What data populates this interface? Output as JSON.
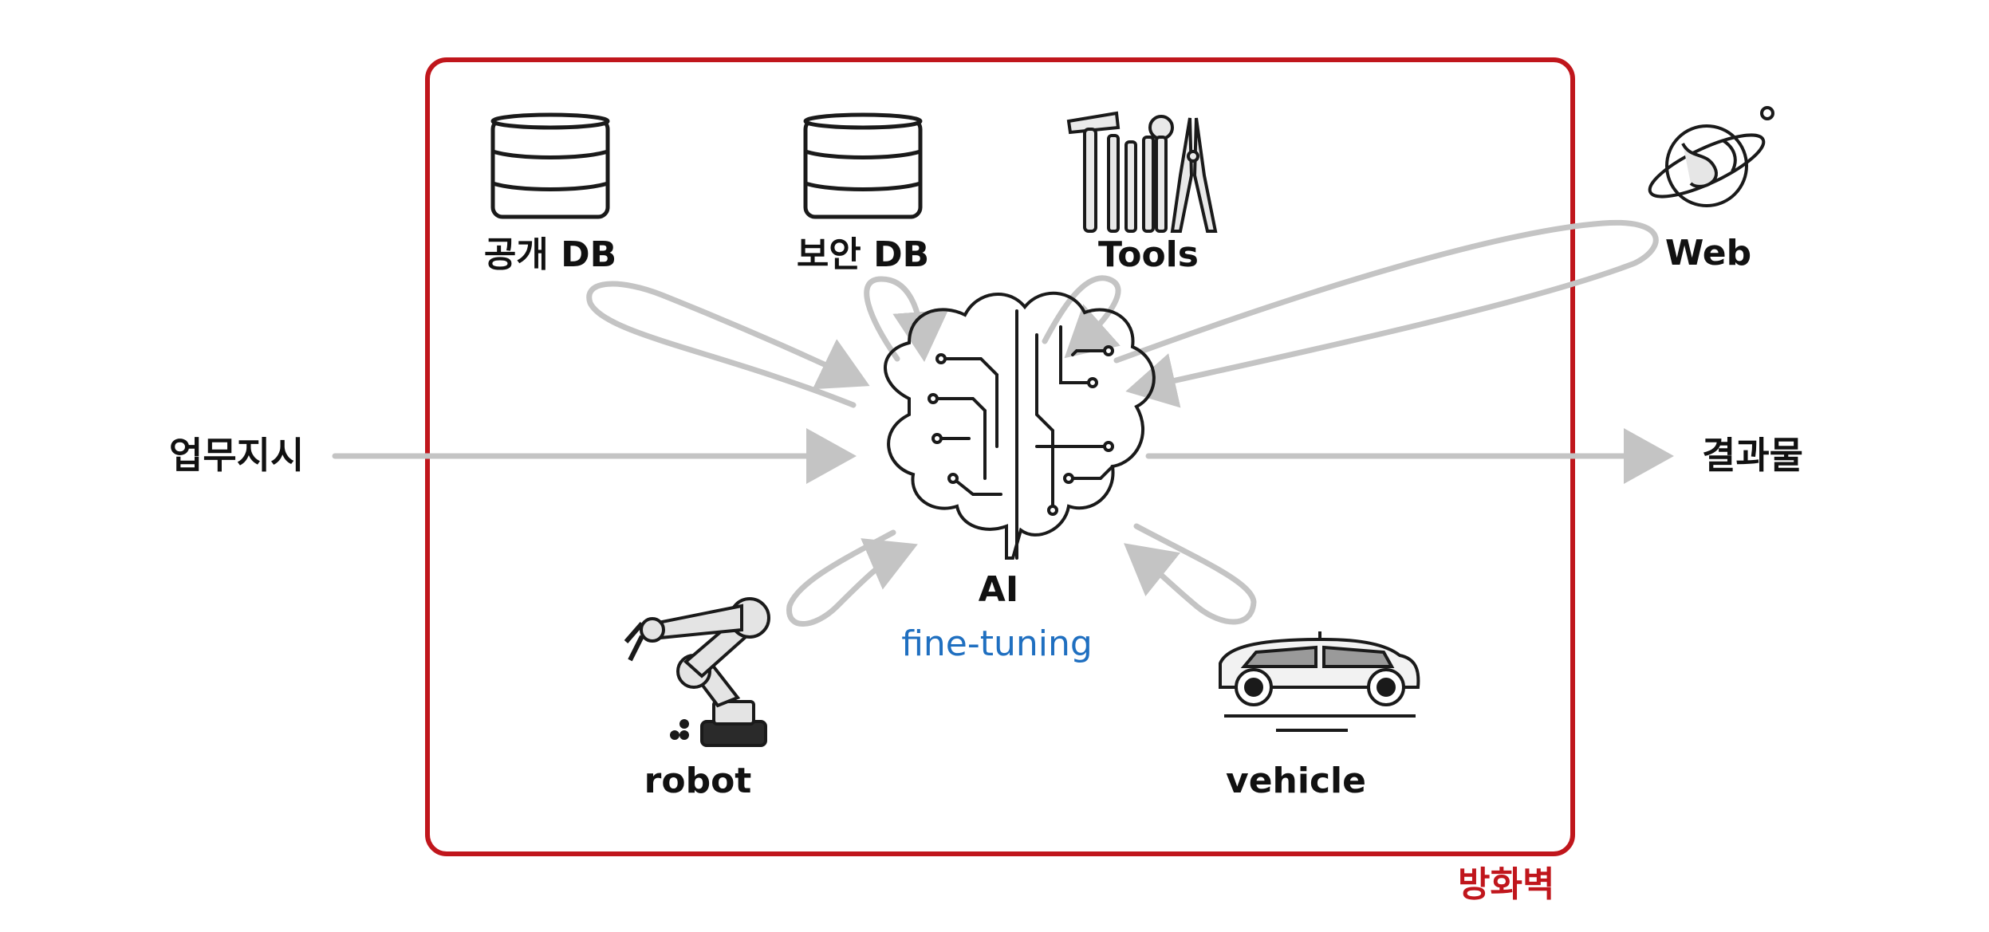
{
  "colors": {
    "firewall": "#c0161c",
    "arrow": "#c4c4c4",
    "finetune": "#1f6fc0",
    "icon": "#1a1a1a"
  },
  "labels": {
    "public_db": "공개 DB",
    "secure_db": "보안 DB",
    "tools": "Tools",
    "web": "Web",
    "input": "업무지시",
    "output": "결과물",
    "ai": "AI",
    "finetune": "fine-tuning",
    "robot": "robot",
    "vehicle": "vehicle",
    "firewall": "방화벽"
  },
  "icons": {
    "public_db": "database-icon",
    "secure_db": "database-icon",
    "tools": "tools-icon",
    "web": "globe-icon",
    "ai": "brain-circuit-icon",
    "robot": "robot-arm-icon",
    "vehicle": "car-icon"
  }
}
